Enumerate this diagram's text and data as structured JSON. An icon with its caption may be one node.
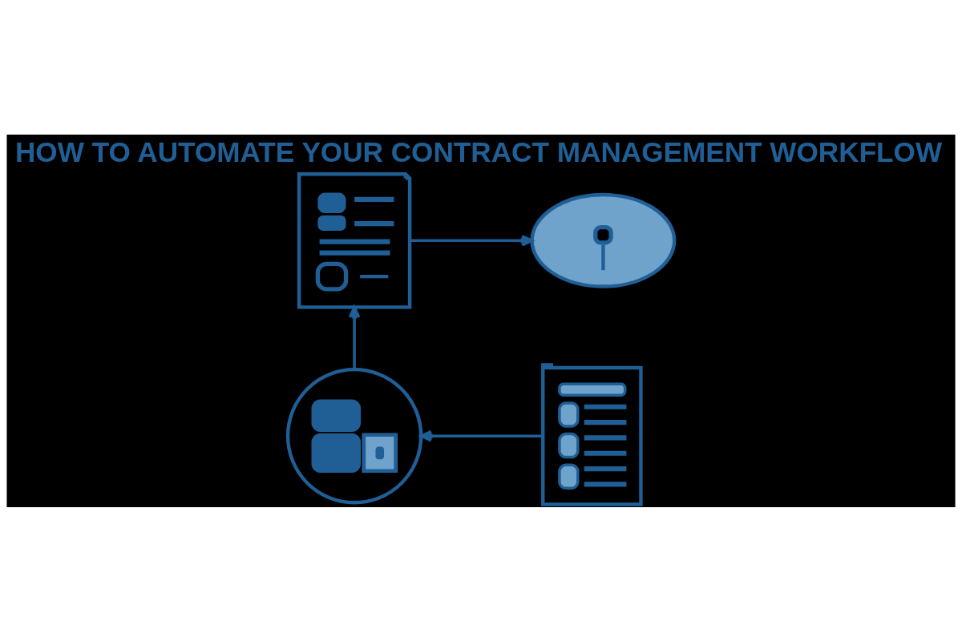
{
  "diagram": {
    "title": "HOW TO AUTOMATE YOUR CONTRACT MANAGEMENT WORKFLOW",
    "nodes": [
      {
        "text": [],
        "shape": "picture"
      },
      {
        "text": [],
        "shape": "picture"
      },
      {
        "text": [],
        "shape": "picture"
      },
      {
        "text": [],
        "shape": "picture"
      }
    ],
    "edges": [
      {
        "from": 0,
        "to": 1,
        "arrow": "to"
      },
      {
        "from": 2,
        "to": 3,
        "arrow": "to"
      },
      {
        "from": 3,
        "to": 0,
        "arrow": "to"
      }
    ]
  }
}
